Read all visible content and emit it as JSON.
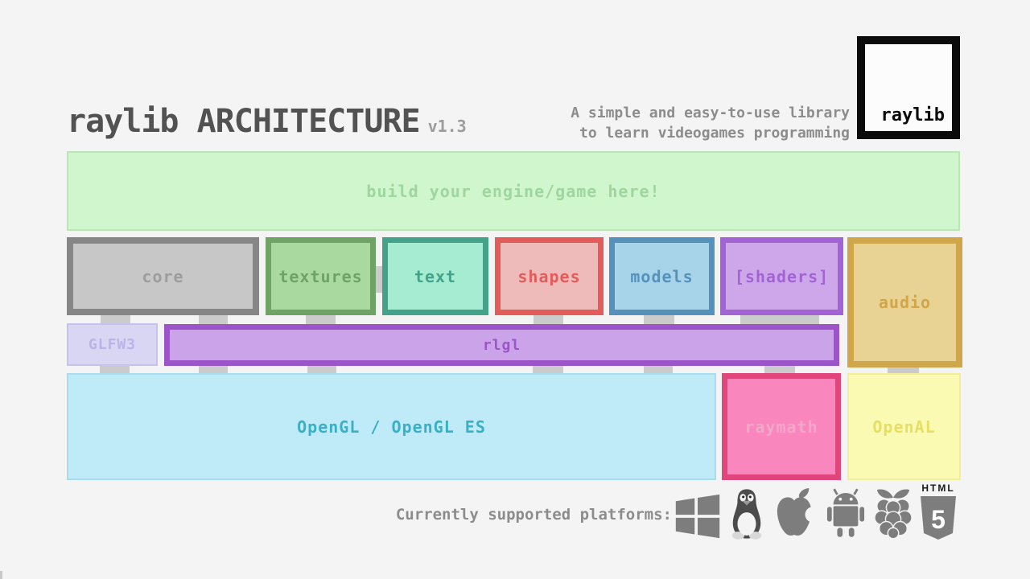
{
  "header": {
    "title": "raylib ARCHITECTURE",
    "version": "v1.3",
    "tagline_line1": "A simple and easy-to-use library",
    "tagline_line2": "to learn videogames programming",
    "logo_text": "raylib"
  },
  "engine_box": {
    "label": "build your engine/game here!",
    "colors": {
      "bg": "#cff6cd",
      "border": "#b9e6b4",
      "text": "#9fd69f"
    }
  },
  "modules": [
    {
      "label": "core",
      "colors": {
        "bg": "#c7c7c7",
        "border": "#868686",
        "text": "#9d9d9d"
      }
    },
    {
      "label": "textures",
      "colors": {
        "bg": "#aad9a0",
        "border": "#6fa366",
        "text": "#6fa366"
      }
    },
    {
      "label": "text",
      "colors": {
        "bg": "#a6ecd2",
        "border": "#43a287",
        "text": "#43a287"
      }
    },
    {
      "label": "shapes",
      "colors": {
        "bg": "#efbaba",
        "border": "#e25c5c",
        "text": "#e25c5c"
      }
    },
    {
      "label": "models",
      "colors": {
        "bg": "#a7d4e8",
        "border": "#5591bb",
        "text": "#5591bb"
      }
    },
    {
      "label": "[shaders]",
      "colors": {
        "bg": "#cda7ea",
        "border": "#a263d4",
        "text": "#a263d4"
      }
    },
    {
      "label": "audio",
      "colors": {
        "bg": "#e9d394",
        "border": "#cfa64a",
        "text": "#cfa64a"
      }
    }
  ],
  "mid_layer": {
    "glfw3": {
      "label": "GLFW3",
      "colors": {
        "bg": "#d9d6f3",
        "border": "#c6c2ec",
        "text": "#b9b3ea"
      }
    },
    "rlgl": {
      "label": "rlgl",
      "colors": {
        "bg": "#cba3e8",
        "border": "#9c55c8",
        "text": "#9c55c8"
      }
    }
  },
  "base_layer": {
    "opengl": {
      "label": "OpenGL / OpenGL ES",
      "colors": {
        "bg": "#bfeaf8",
        "border": "#a9dcec",
        "text": "#39b0c5"
      }
    },
    "raymath": {
      "label": "raymath",
      "colors": {
        "bg": "#fa86be",
        "border": "#e0457c",
        "text": "#f2a7cb"
      }
    },
    "openal": {
      "label": "OpenAL",
      "colors": {
        "bg": "#fbfab2",
        "border": "#f2ef9a",
        "text": "#e7df63"
      }
    }
  },
  "platforms": {
    "label": "Currently supported platforms:",
    "icon_color": "#7d7d7d",
    "icons": [
      "windows",
      "linux",
      "apple",
      "android",
      "raspberry-pi",
      "html5"
    ],
    "html5_top_text": "HTML",
    "html5_number": "5"
  }
}
